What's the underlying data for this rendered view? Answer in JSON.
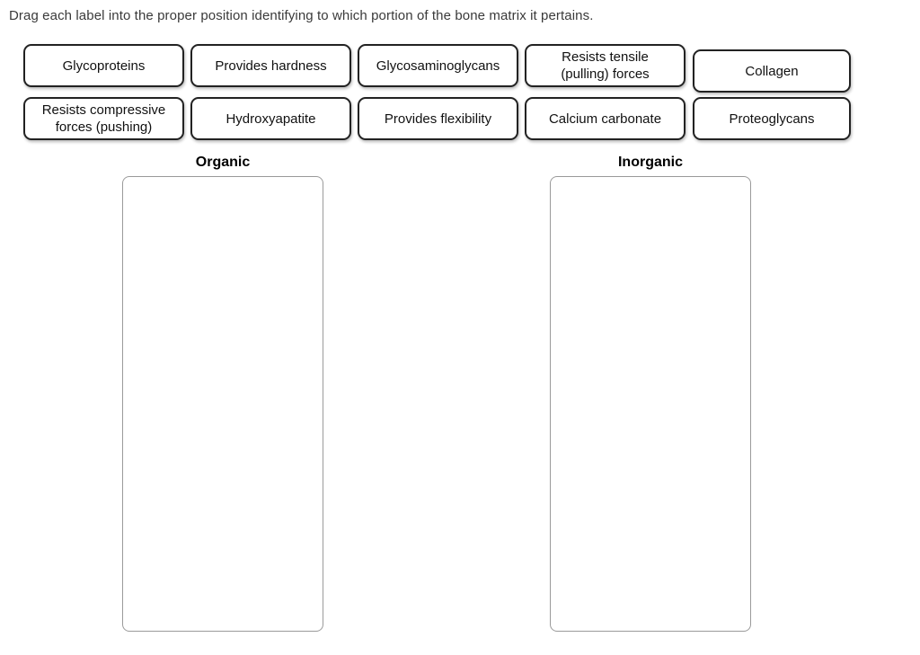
{
  "instruction": "Drag each label into the proper position identifying to which portion of the bone matrix it pertains.",
  "label_bank": {
    "row1": [
      {
        "text": "Glycoproteins"
      },
      {
        "text": "Provides hardness"
      },
      {
        "text": "Glycosaminoglycans"
      },
      {
        "text": "Resists tensile\n(pulling) forces"
      },
      {
        "text": "Collagen"
      }
    ],
    "row2": [
      {
        "text": "Resists compressive\nforces (pushing)"
      },
      {
        "text": "Hydroxyapatite"
      },
      {
        "text": "Provides flexibility"
      },
      {
        "text": "Calcium carbonate"
      },
      {
        "text": "Proteoglycans"
      }
    ]
  },
  "drop_zones": [
    {
      "heading": "Organic",
      "contents": []
    },
    {
      "heading": "Inorganic",
      "contents": []
    }
  ],
  "colors": {
    "background": "#ffffff",
    "chip_border": "#222222",
    "chip_fill": "#ffffff",
    "zone_border": "#9a9a9a",
    "text": "#111111",
    "instruction_text": "#3a3a3a"
  }
}
